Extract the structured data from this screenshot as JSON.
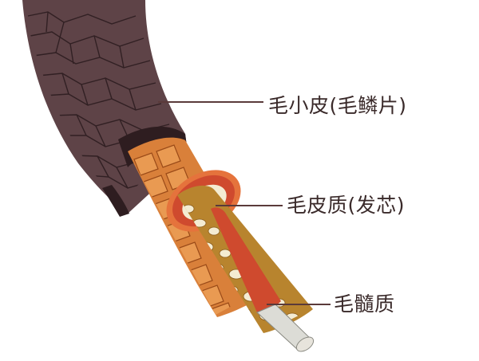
{
  "labels": {
    "cuticle": "毛小皮(毛鳞片)",
    "cortex": "毛皮质(发芯)",
    "medulla": "毛髓质"
  },
  "colors": {
    "cuticle_fill": "#5e4347",
    "cuticle_lines": "#2a1a1e",
    "cortex_fill": "#d9803a",
    "cortex_cells": "#f2b070",
    "medulla_fill": "#cf4a2e",
    "core_cells": "#f4ecd2",
    "leader_line": "#5a3a3a"
  }
}
